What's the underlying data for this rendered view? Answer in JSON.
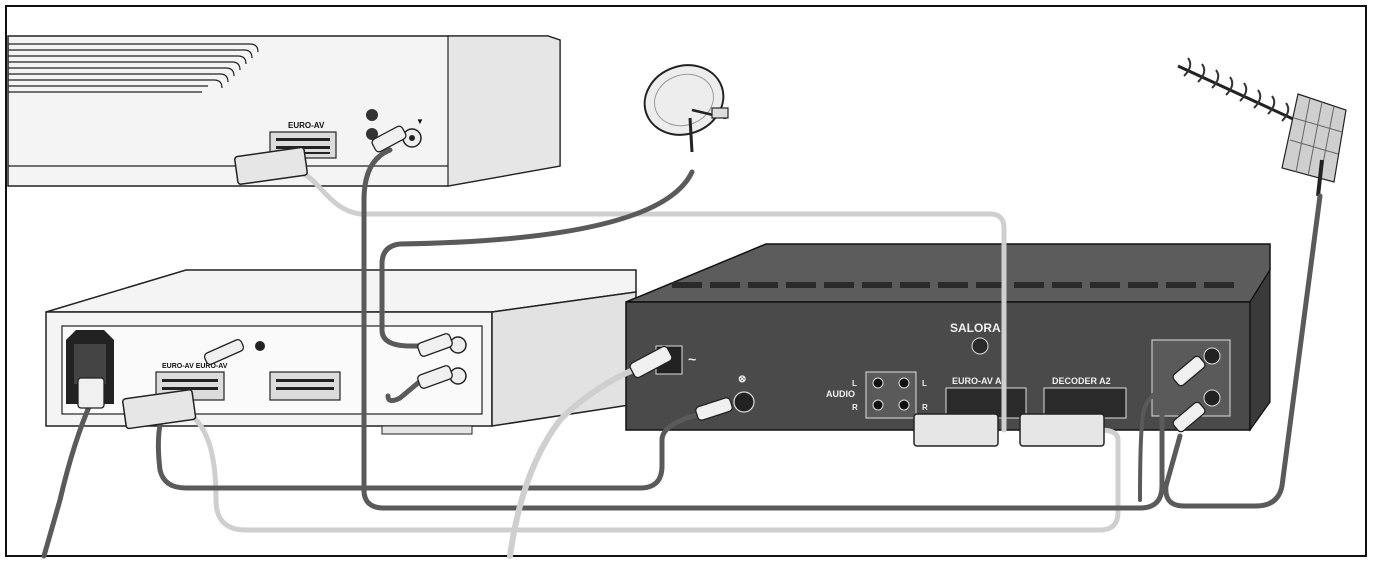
{
  "tv": {
    "scart_label": "EURO-AV"
  },
  "vcr": {
    "scart1_label": "EURO-AV EURO-AV",
    "scart2_label": ""
  },
  "receiver": {
    "brand": "SALORA",
    "power_symbol": "~",
    "audio_label": "AUDIO",
    "audio_l": "L",
    "audio_r": "R",
    "scart_eurav_label": "EURO-AV  A1",
    "scart_decoder_label": "DECODER  A2"
  },
  "colors": {
    "cable_dark": "#5a5a5a",
    "cable_light": "#cfcfcf",
    "receiver_body": "#4a4a4a",
    "device_light": "#f2f2f2",
    "outline": "#222222"
  },
  "icons": {
    "satellite_dish": "satellite-dish-icon",
    "terrestrial_antenna": "antenna-icon",
    "tv": "tv-icon",
    "vcr": "vcr-icon",
    "receiver": "receiver-icon"
  }
}
